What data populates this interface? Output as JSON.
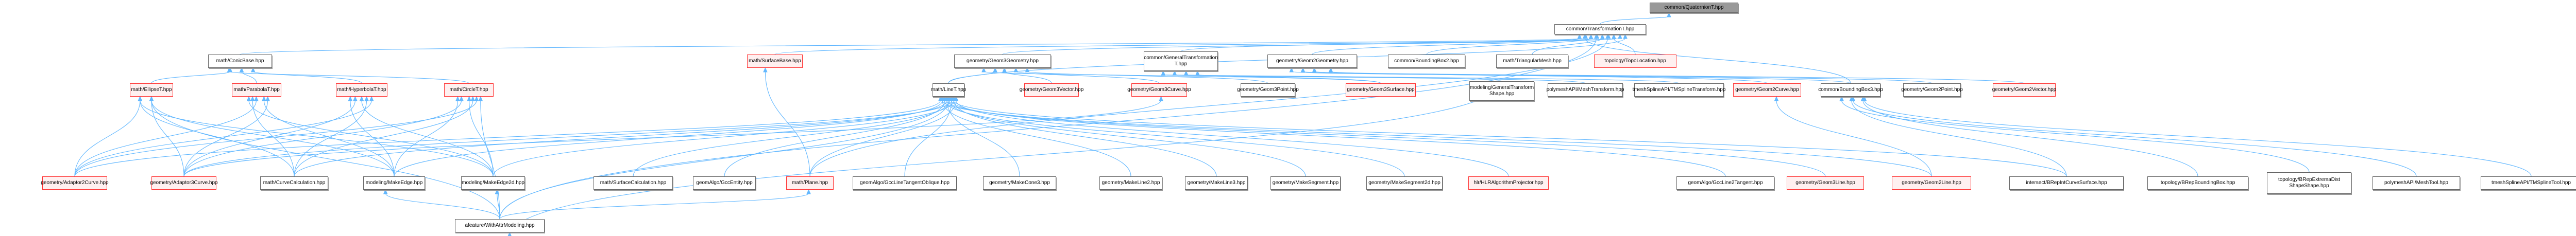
{
  "diagram": {
    "type": "include-dependency-graph",
    "colors": {
      "edge": "#63b8ff",
      "root_fill": "#999999",
      "node_border": "#666666",
      "incomplete_border": "#ff3333",
      "incomplete_fill": "#fff0f0"
    },
    "nodes": [
      {
        "id": "quat",
        "label": "common/QuaternionT.hpp",
        "style": "root"
      },
      {
        "id": "trans",
        "label": "common/TransformationT.hpp",
        "style": "normal"
      },
      {
        "id": "conic",
        "label": "math/ConicBase.hpp",
        "style": "normal"
      },
      {
        "id": "surfbase",
        "label": "math/SurfaceBase.hpp",
        "style": "red"
      },
      {
        "id": "g3geom",
        "label": "geometry/Geom3Geometry.hpp",
        "style": "normal"
      },
      {
        "id": "gentrans",
        "label": "common/GeneralTransformation\nT.hpp",
        "style": "normal"
      },
      {
        "id": "g2geom",
        "label": "geometry/Geom2Geometry.hpp",
        "style": "normal"
      },
      {
        "id": "bb2",
        "label": "common/BoundingBox2.hpp",
        "style": "normal"
      },
      {
        "id": "trimesh",
        "label": "math/TriangularMesh.hpp",
        "style": "normal"
      },
      {
        "id": "topoloc",
        "label": "topology/TopoLocation.hpp",
        "style": "red"
      },
      {
        "id": "ellipse",
        "label": "math/EllipseT.hpp",
        "style": "red"
      },
      {
        "id": "parabola",
        "label": "math/ParabolaT.hpp",
        "style": "red"
      },
      {
        "id": "hyperbola",
        "label": "math/HyperbolaT.hpp",
        "style": "red"
      },
      {
        "id": "circle",
        "label": "math/CircleT.hpp",
        "style": "red"
      },
      {
        "id": "line",
        "label": "math/LineT.hpp",
        "style": "normal"
      },
      {
        "id": "g3vec",
        "label": "geometry/Geom3Vector.hpp",
        "style": "red"
      },
      {
        "id": "g3curve",
        "label": "geometry/Geom3Curve.hpp",
        "style": "red"
      },
      {
        "id": "g3point",
        "label": "geometry/Geom3Point.hpp",
        "style": "normal"
      },
      {
        "id": "g3surf",
        "label": "geometry/Geom3Surface.hpp",
        "style": "red"
      },
      {
        "id": "gentransshape",
        "label": "modeling/GeneralTransform\nShape.hpp",
        "style": "normal"
      },
      {
        "id": "meshtrans",
        "label": "polymeshAPI/MeshTransform.hpp",
        "style": "normal"
      },
      {
        "id": "tmtrans",
        "label": "tmeshSplineAPI/TMSplineTransform.hpp",
        "style": "normal"
      },
      {
        "id": "g2curve",
        "label": "geometry/Geom2Curve.hpp",
        "style": "red"
      },
      {
        "id": "bb3",
        "label": "common/BoundingBox3.hpp",
        "style": "normal"
      },
      {
        "id": "g2point",
        "label": "geometry/Geom2Point.hpp",
        "style": "normal"
      },
      {
        "id": "g2vec",
        "label": "geometry/Geom2Vector.hpp",
        "style": "red"
      },
      {
        "id": "ad2",
        "label": "geometry/Adaptor2Curve.hpp",
        "style": "red"
      },
      {
        "id": "ad3",
        "label": "geometry/Adaptor3Curve.hpp",
        "style": "red"
      },
      {
        "id": "curvecalc",
        "label": "math/CurveCalculation.hpp",
        "style": "normal"
      },
      {
        "id": "mkedge",
        "label": "modeling/MakeEdge.hpp",
        "style": "normal"
      },
      {
        "id": "mkedge2d",
        "label": "modeling/MakeEdge2d.hpp",
        "style": "normal"
      },
      {
        "id": "surfcalc",
        "label": "math/SurfaceCalculation.hpp",
        "style": "normal"
      },
      {
        "id": "gccent",
        "label": "geomAlgo/GccEntity.hpp",
        "style": "normal"
      },
      {
        "id": "plane",
        "label": "math/Plane.hpp",
        "style": "red"
      },
      {
        "id": "gccobl",
        "label": "geomAlgo/GccLineTangentOblique.hpp",
        "style": "normal"
      },
      {
        "id": "mkcone",
        "label": "geometry/MakeCone3.hpp",
        "style": "normal"
      },
      {
        "id": "mkline2",
        "label": "geometry/MakeLine2.hpp",
        "style": "normal"
      },
      {
        "id": "mkline3",
        "label": "geometry/MakeLine3.hpp",
        "style": "normal"
      },
      {
        "id": "mkseg",
        "label": "geometry/MakeSegment.hpp",
        "style": "normal"
      },
      {
        "id": "mkseg2d",
        "label": "geometry/MakeSegment2d.hpp",
        "style": "normal"
      },
      {
        "id": "hlr",
        "label": "hlr/HLRAlgorithmProjector.hpp",
        "style": "red"
      },
      {
        "id": "gcc2t",
        "label": "geomAlgo/GccLine2Tangent.hpp",
        "style": "normal"
      },
      {
        "id": "g3line",
        "label": "geometry/Geom3Line.hpp",
        "style": "red"
      },
      {
        "id": "g2line",
        "label": "geometry/Geom2Line.hpp",
        "style": "red"
      },
      {
        "id": "brepint",
        "label": "intersect/BRepIntCurveSurface.hpp",
        "style": "normal"
      },
      {
        "id": "brepbb",
        "label": "topology/BRepBoundingBox.hpp",
        "style": "normal"
      },
      {
        "id": "brepext",
        "label": "topology/BRepExtremaDist\nShapeShape.hpp",
        "style": "normal"
      },
      {
        "id": "meshtool",
        "label": "polymeshAPI/MeshTool.hpp",
        "style": "normal"
      },
      {
        "id": "tmtool",
        "label": "tmeshSplineAPI/TMSplineTool.hpp",
        "style": "normal"
      },
      {
        "id": "attrmod",
        "label": "afeature/WithAttrModeling.hpp",
        "style": "normal"
      }
    ],
    "edges": [
      [
        "trans",
        "quat"
      ],
      [
        "conic",
        "trans"
      ],
      [
        "surfbase",
        "trans"
      ],
      [
        "g3geom",
        "trans"
      ],
      [
        "gentrans",
        "trans"
      ],
      [
        "g2geom",
        "trans"
      ],
      [
        "bb2",
        "trans"
      ],
      [
        "trimesh",
        "trans"
      ],
      [
        "topoloc",
        "trans"
      ],
      [
        "line",
        "trans"
      ],
      [
        "bb3",
        "trans"
      ],
      [
        "attrmod",
        "trans"
      ],
      [
        "plane",
        "trans"
      ],
      [
        "ellipse",
        "conic"
      ],
      [
        "parabola",
        "conic"
      ],
      [
        "hyperbola",
        "conic"
      ],
      [
        "circle",
        "conic"
      ],
      [
        "g3vec",
        "g3geom"
      ],
      [
        "g3curve",
        "g3geom"
      ],
      [
        "g3point",
        "g3geom"
      ],
      [
        "g3surf",
        "g3geom"
      ],
      [
        "line",
        "g3geom"
      ],
      [
        "gentransshape",
        "gentrans"
      ],
      [
        "meshtrans",
        "gentrans"
      ],
      [
        "tmtrans",
        "gentrans"
      ],
      [
        "g3surf",
        "gentrans"
      ],
      [
        "g2curve",
        "g2geom"
      ],
      [
        "bb3",
        "g2geom"
      ],
      [
        "g2point",
        "g2geom"
      ],
      [
        "g2vec",
        "g2geom"
      ],
      [
        "ad2",
        "ellipse"
      ],
      [
        "ad3",
        "ellipse"
      ],
      [
        "curvecalc",
        "ellipse"
      ],
      [
        "mkedge",
        "ellipse"
      ],
      [
        "mkedge2d",
        "ellipse"
      ],
      [
        "attrmod",
        "ellipse"
      ],
      [
        "ad2",
        "parabola"
      ],
      [
        "ad3",
        "parabola"
      ],
      [
        "curvecalc",
        "parabola"
      ],
      [
        "mkedge",
        "parabola"
      ],
      [
        "mkedge2d",
        "parabola"
      ],
      [
        "ad2",
        "hyperbola"
      ],
      [
        "ad3",
        "hyperbola"
      ],
      [
        "curvecalc",
        "hyperbola"
      ],
      [
        "mkedge",
        "hyperbola"
      ],
      [
        "mkedge2d",
        "hyperbola"
      ],
      [
        "ad2",
        "circle"
      ],
      [
        "ad3",
        "circle"
      ],
      [
        "curvecalc",
        "circle"
      ],
      [
        "mkedge",
        "circle"
      ],
      [
        "mkedge2d",
        "circle"
      ],
      [
        "attrmod",
        "circle"
      ],
      [
        "ad2",
        "line"
      ],
      [
        "ad3",
        "line"
      ],
      [
        "curvecalc",
        "line"
      ],
      [
        "mkedge",
        "line"
      ],
      [
        "mkedge2d",
        "line"
      ],
      [
        "surfcalc",
        "line"
      ],
      [
        "gccent",
        "line"
      ],
      [
        "plane",
        "line"
      ],
      [
        "gccobl",
        "line"
      ],
      [
        "mkcone",
        "line"
      ],
      [
        "mkline2",
        "line"
      ],
      [
        "mkline3",
        "line"
      ],
      [
        "mkseg",
        "line"
      ],
      [
        "mkseg2d",
        "line"
      ],
      [
        "hlr",
        "line"
      ],
      [
        "gcc2t",
        "line"
      ],
      [
        "g3line",
        "line"
      ],
      [
        "g2line",
        "line"
      ],
      [
        "brepint",
        "line"
      ],
      [
        "attrmod",
        "line"
      ],
      [
        "plane",
        "surfbase"
      ],
      [
        "ad3",
        "g3curve"
      ],
      [
        "gentransshape",
        "attrmod"
      ],
      [
        "g2line",
        "g2curve"
      ],
      [
        "brepint",
        "bb3"
      ],
      [
        "brepbb",
        "bb3"
      ],
      [
        "brepext",
        "bb3"
      ],
      [
        "meshtool",
        "bb3"
      ],
      [
        "tmtool",
        "bb3"
      ],
      [
        "attrmod",
        "mkedge"
      ],
      [
        "attrmod",
        "mkedge2d"
      ],
      [
        "attrmod",
        "plane"
      ]
    ]
  }
}
